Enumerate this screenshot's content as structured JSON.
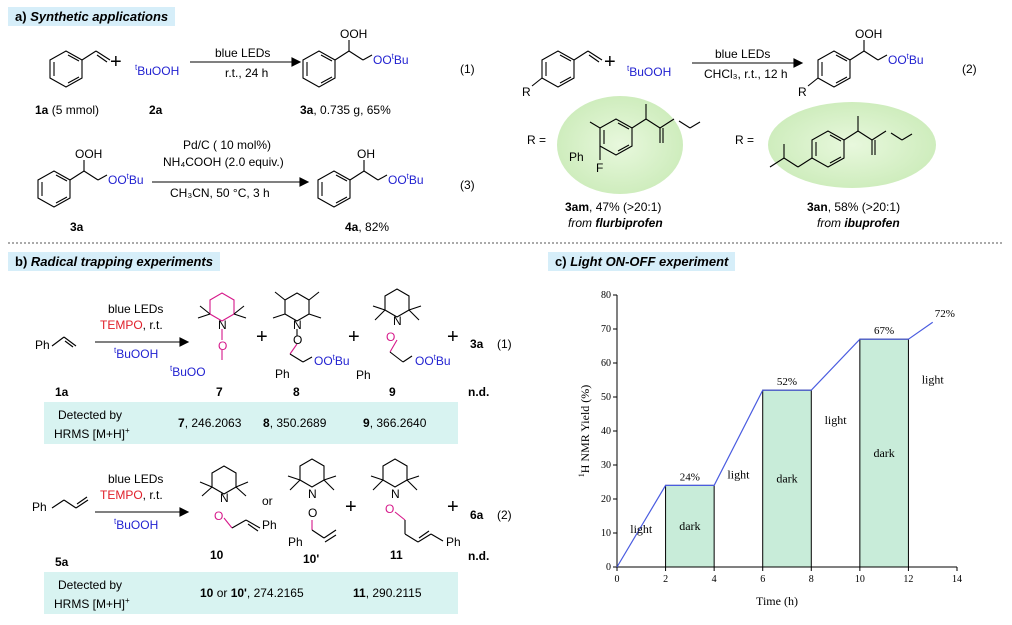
{
  "section_a": {
    "letter": "a)",
    "title": "Synthetic applications",
    "eq1": {
      "plus": "+",
      "reagent_sup": "t",
      "reagent": "BuOOH",
      "cond_top": "blue LEDs",
      "cond_bottom": "r.t., 24 h",
      "product_top": "OOH",
      "product_side": "OO",
      "product_side_sup": "t",
      "product_side_tail": "Bu",
      "label_sm_bold": "1a",
      "label_sm_rest": " (5 mmol)",
      "label_reag": "2a",
      "label_prod_bold": "3a",
      "label_prod_rest": ", 0.735 g, 65%",
      "number": "(1)"
    },
    "eq2": {
      "plus": "+",
      "reagent_sup": "t",
      "reagent": "BuOOH",
      "cond_top": "blue LEDs",
      "cond_bottom": "CHCl₃, r.t., 12 h",
      "product_top": "OOH",
      "product_side": "OO",
      "product_side_sup": "t",
      "product_side_tail": "Bu",
      "r_label": "R",
      "number": "(2)",
      "r_eq1": "R =",
      "r_eq2": "R =",
      "ph": "Ph",
      "f": "F",
      "am_bold": "3am",
      "am_rest": ", 47% (>20:1)",
      "am_from": "from ",
      "am_drug": "flurbiprofen",
      "an_bold": "3an",
      "an_rest": ", 58% (>20:1)",
      "an_from": "from ",
      "an_drug": "ibuprofen"
    },
    "eq3": {
      "sm_top": "OOH",
      "sm_side": "OO",
      "sm_side_sup": "t",
      "sm_side_tail": "Bu",
      "cond1": "Pd/C ( 10 mol%)",
      "cond2": "NH₄COOH (2.0 equiv.)",
      "cond3": "CH₃CN, 50 °C, 3 h",
      "prod_top": "OH",
      "prod_side": "OO",
      "prod_side_sup": "t",
      "prod_side_tail": "Bu",
      "label_sm": "3a",
      "label_prod_bold": "4a",
      "label_prod_rest": ", 82%",
      "number": "(3)"
    }
  },
  "section_b": {
    "letter": "b)",
    "title": "Radical trapping experiments",
    "eq1": {
      "sm": "Ph",
      "cond_top": "blue LEDs",
      "cond_mid_red": "TEMPO",
      "cond_mid_rest": ", r.t.",
      "cond_bottom_sup": "t",
      "cond_bottom": "BuOOH",
      "n_letter": "N",
      "o_letter": "O",
      "p7_tail_sup": "t",
      "p7_tail": "BuOO",
      "p8_ph": "Ph",
      "p8_side": "OO",
      "p8_side_sup": "t",
      "p8_side_tail": "Bu",
      "p9_ph": "Ph",
      "p9_side": "OO",
      "p9_side_sup": "t",
      "p9_side_tail": "Bu",
      "plus": "+",
      "last": "3a",
      "number": "(1)",
      "label_sm": "1a",
      "label_7": "7",
      "label_8": "8",
      "label_9": "9",
      "nd": "n.d.",
      "detected1": "Detected by",
      "detected2": "HRMS [M+H]",
      "detected2_sup": "+",
      "v7_bold": "7",
      "v7": ", 246.2063",
      "v8_bold": "8",
      "v8": ", 350.2689",
      "v9_bold": "9",
      "v9": ", 366.2640"
    },
    "eq2": {
      "sm": "Ph",
      "cond_top": "blue LEDs",
      "cond_mid_red": "TEMPO",
      "cond_mid_rest": ", r.t.",
      "cond_bottom_sup": "t",
      "cond_bottom": "BuOOH",
      "n_letter": "N",
      "o_letter": "O",
      "or": "or",
      "p10_ph": "Ph",
      "p10p_ph": "Ph",
      "p11_ph": "Ph",
      "plus": "+",
      "last": "6a",
      "number": "(2)",
      "label_sm": "5a",
      "label_10": "10",
      "label_10p": "10'",
      "label_11": "11",
      "nd": "n.d.",
      "detected1": "Detected by",
      "detected2": "HRMS [M+H]",
      "detected2_sup": "+",
      "v10_bold": "10",
      "v10_mid": " or ",
      "v10p_bold": "10'",
      "v10": ", 274.2165",
      "v11_bold": "11",
      "v11": ", 290.2115"
    }
  },
  "section_c": {
    "letter": "c)",
    "title": "Light ON-OFF experiment"
  },
  "chart_data": {
    "type": "line",
    "title": "",
    "xlabel": "Time (h)",
    "ylabel_sup": "1",
    "ylabel": "H NMR Yield (%)",
    "xlim": [
      0,
      14
    ],
    "ylim": [
      0,
      80
    ],
    "xticks": [
      0,
      2,
      4,
      6,
      8,
      10,
      12,
      14
    ],
    "yticks": [
      0,
      10,
      20,
      30,
      40,
      50,
      60,
      70,
      80
    ],
    "series": [
      {
        "x": [
          0,
          2,
          4,
          6,
          8,
          10,
          12,
          13
        ],
        "y": [
          0,
          24,
          24,
          52,
          52,
          67,
          67,
          72
        ],
        "color": "#4a5ce0"
      }
    ],
    "point_labels": [
      {
        "x": 3,
        "y": 24,
        "text": "24%"
      },
      {
        "x": 7,
        "y": 52,
        "text": "52%"
      },
      {
        "x": 11,
        "y": 67,
        "text": "67%"
      },
      {
        "x": 13.5,
        "y": 72,
        "text": "72%"
      }
    ],
    "dark_bars": [
      {
        "x0": 2,
        "x1": 4,
        "y": 24,
        "label": "dark"
      },
      {
        "x0": 6,
        "x1": 8,
        "y": 52,
        "label": "dark"
      },
      {
        "x0": 10,
        "x1": 12,
        "y": 67,
        "label": "dark"
      }
    ],
    "light_labels": [
      {
        "x": 1,
        "y": 10,
        "text": "light"
      },
      {
        "x": 5,
        "y": 26,
        "text": "light"
      },
      {
        "x": 9,
        "y": 42,
        "text": "light"
      },
      {
        "x": 13,
        "y": 54,
        "text": "light"
      }
    ],
    "bar_color": "#c8ecd9"
  }
}
